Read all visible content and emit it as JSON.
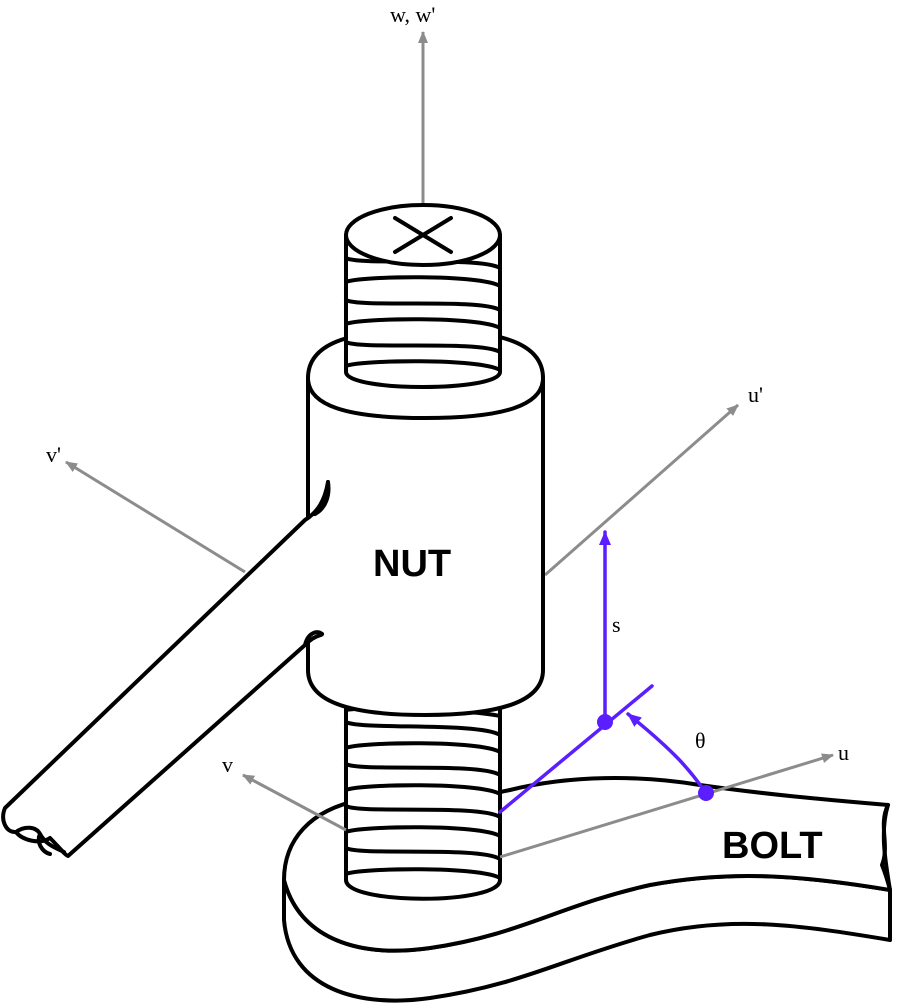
{
  "labels": {
    "w_axis": "w, w'",
    "u_prime": "u'",
    "v_prime": "v'",
    "u": "u",
    "v": "v",
    "s": "s",
    "theta": "θ",
    "nut": "NUT",
    "bolt": "BOLT"
  },
  "colors": {
    "ink": "#000000",
    "axis": "#8c8c8c",
    "vector": "#5b1eff"
  }
}
